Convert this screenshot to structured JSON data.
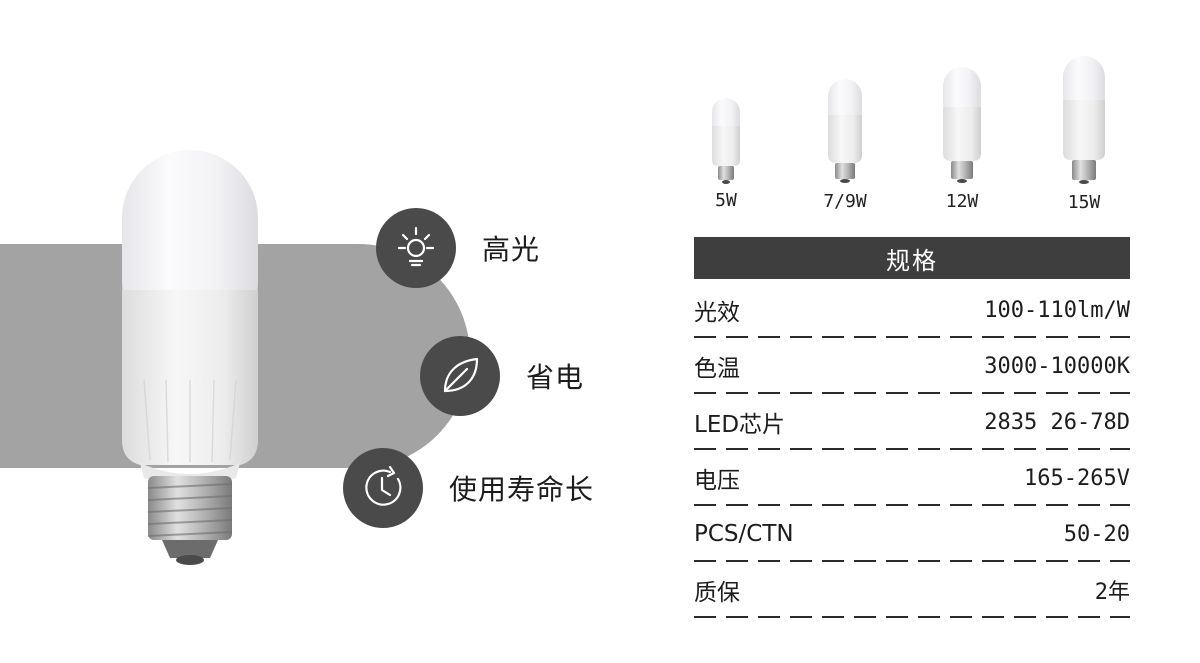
{
  "features": [
    {
      "label": "高光",
      "icon": "sun-icon"
    },
    {
      "label": "省电",
      "icon": "leaf-icon"
    },
    {
      "label": "使用寿命长",
      "icon": "clock-icon"
    }
  ],
  "sizes": [
    {
      "label": "5W"
    },
    {
      "label": "7/9W"
    },
    {
      "label": "12W"
    },
    {
      "label": "15W"
    }
  ],
  "specs": {
    "title": "规格",
    "rows": [
      {
        "name": "光效",
        "value": "100-110lm/W"
      },
      {
        "name": "色温",
        "value": "3000-10000K"
      },
      {
        "name": "LED芯片",
        "value": "2835 26-78D"
      },
      {
        "name": "电压",
        "value": "165-265V"
      },
      {
        "name": "PCS/CTN",
        "value": "50-20"
      },
      {
        "name": "质保",
        "value": "2年"
      }
    ]
  },
  "colors": {
    "band": "#a3a3a3",
    "icon_circle": "#4a4a4a",
    "header": "#3e3e3e"
  }
}
